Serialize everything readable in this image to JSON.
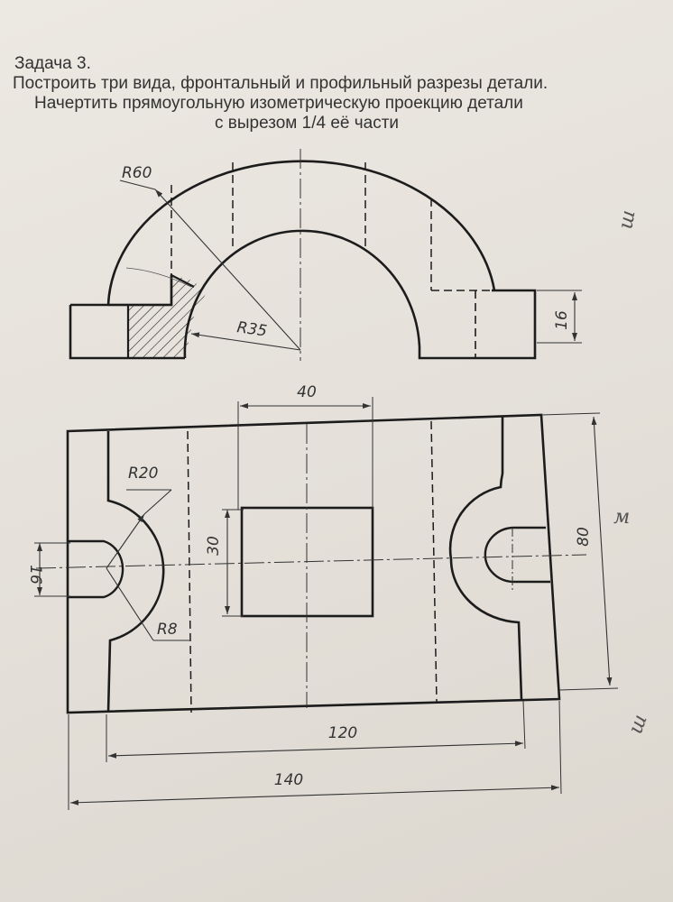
{
  "task": {
    "heading": "Задача 3.",
    "line1": "Построить три вида, фронтальный и профильный разрезы детали.",
    "line2": "Начертить прямоугольную изометрическую проекцию детали",
    "line3": "с вырезом 1/4 её части"
  },
  "dimensions": {
    "front_outer_radius": "R60",
    "front_inner_radius": "R35",
    "front_base_height": "16",
    "top_slot_width": "40",
    "top_slot_height": "30",
    "top_notch_radius": "R20",
    "top_hole_radius": "R8",
    "top_hole_width": "16",
    "top_depth": "80",
    "top_inner_length": "120",
    "top_overall_length": "140"
  },
  "margin_marks": [
    "ш",
    "м",
    "ш"
  ],
  "colors": {
    "line": "#1c1c1c",
    "paper": "#e6e2dc"
  }
}
